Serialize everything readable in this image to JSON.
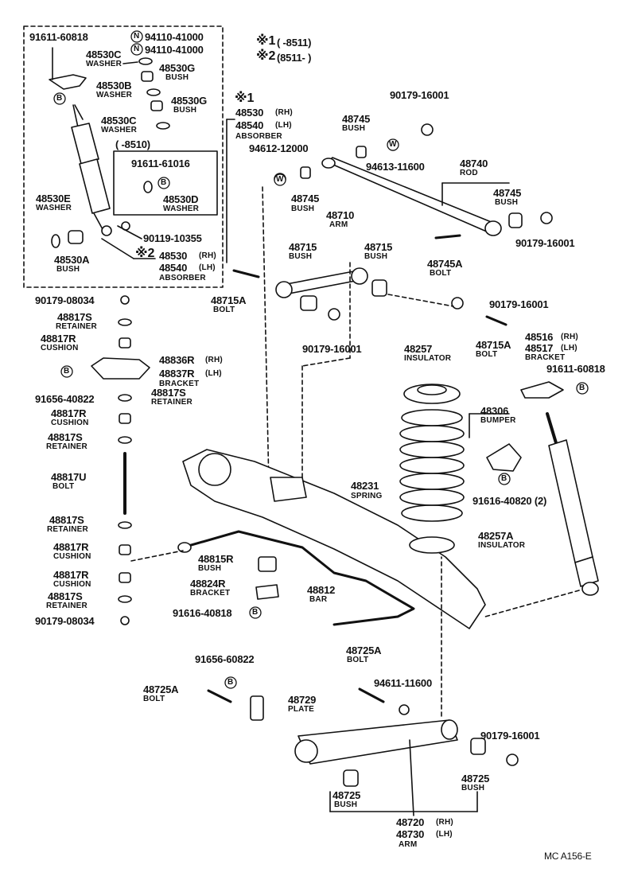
{
  "legend": {
    "row1": {
      "mark": "※1",
      "range": "(      -8511)"
    },
    "row2": {
      "mark": "※2",
      "range": "(8511-        )"
    }
  },
  "inset": {
    "range": "(      -8510)",
    "part": "91611-61016",
    "washer_part": "48530D",
    "washer_name": "WASHER"
  },
  "parts": {
    "p91611_60818_a": "91611-60818",
    "p94110_1": "94110-41000",
    "p94110_2": "94110-41000",
    "p48530C_1": "48530C",
    "n48530C_1": "WASHER",
    "p48530G_1": "48530G",
    "n48530G_1": "BUSH",
    "p48530B": "48530B",
    "n48530B": "WASHER",
    "p48530G_2": "48530G",
    "n48530G_2": "BUSH",
    "p48530C_2": "48530C",
    "n48530C_2": "WASHER",
    "mark1": "※1",
    "p48530_rh_1": "48530",
    "s48530_rh_1": "(RH)",
    "p48540_lh_1": "48540",
    "s48540_lh_1": "(LH)",
    "n_absorber_1": "ABSORBER",
    "p48530E": "48530E",
    "n48530E": "WASHER",
    "p48530A": "48530A",
    "n48530A": "BUSH",
    "p90119": "90119-10355",
    "mark2": "※2",
    "p48530_rh_2": "48530",
    "s48530_rh_2": "(RH)",
    "p48540_lh_2": "48540",
    "s48540_lh_2": "(LH)",
    "n_absorber_2": "ABSORBER",
    "p90179_16001_a": "90179-16001",
    "p48745_a": "48745",
    "n48745_a": "BUSH",
    "p94613": "94613-11600",
    "p48740": "48740",
    "n48740": "ROD",
    "p94612": "94612-12000",
    "p48745_b": "48745",
    "n48745_b": "BUSH",
    "p48745_c": "48745",
    "n48745_c": "BUSH",
    "p90179_16001_b": "90179-16001",
    "p48710": "48710",
    "n48710": "ARM",
    "p48715_l": "48715",
    "n48715_l": "BUSH",
    "p48715_r": "48715",
    "n48715_r": "BUSH",
    "p48745A": "48745A",
    "n48745A": "BOLT",
    "p48715A_l": "48715A",
    "n48715A_l": "BOLT",
    "p90179_16001_c": "90179-16001",
    "p90179_08034_a": "90179-08034",
    "p48817S_1": "48817S",
    "n48817S_1": "RETAINER",
    "p48817R_1": "48817R",
    "n48817R_1": "CUSHION",
    "p90179_16001_d": "90179-16001",
    "p48715A_r": "48715A",
    "n48715A_r": "BOLT",
    "p48257": "48257",
    "n48257": "INSULATOR",
    "p48516": "48516",
    "s48516": "(RH)",
    "p48517": "48517",
    "s48517": "(LH)",
    "n_bracket_r": "BRACKET",
    "p91611_60818_b": "91611-60818",
    "p48836R": "48836R",
    "s48836R": "(RH)",
    "p48837R": "48837R",
    "s48837R": "(LH)",
    "n_bracket_l": "BRACKET",
    "p91656_40822_a": "91656-40822",
    "p48817S_2": "48817S",
    "n48817S_2": "RETAINER",
    "p48817R_2": "48817R",
    "n48817R_2": "CUSHION",
    "p48817S_3": "48817S",
    "n48817S_3": "RETAINER",
    "p48306": "48306",
    "n48306": "BUMPER",
    "p48817U": "48817U",
    "n48817U": "BOLT",
    "p48231": "48231",
    "n48231": "SPRING",
    "p91616_40820": "91616-40820 (2)",
    "p48817S_4": "48817S",
    "n48817S_4": "RETAINER",
    "p48257A": "48257A",
    "n48257A": "INSULATOR",
    "p48817R_3": "48817R",
    "n48817R_3": "CUSHION",
    "p48815R": "48815R",
    "n48815R": "BUSH",
    "p48817R_4": "48817R",
    "n48817R_4": "CUSHION",
    "p48824R": "48824R",
    "n48824R": "BRACKET",
    "p48812": "48812",
    "n48812": "BAR",
    "p48817S_5": "48817S",
    "n48817S_5": "RETAINER",
    "p91616_40818": "91616-40818",
    "p90179_08034_b": "90179-08034",
    "p91656_60822": "91656-60822",
    "p48725A_l": "48725A",
    "n48725A_l": "BOLT",
    "p48725A_t": "48725A",
    "n48725A_t": "BOLT",
    "p94611": "94611-11600",
    "p48729": "48729",
    "n48729": "PLATE",
    "p90179_16001_e": "90179-16001",
    "p48725_r": "48725",
    "n48725_r": "BUSH",
    "p48725_l": "48725",
    "n48725_l": "BUSH",
    "p48720": "48720",
    "s48720": "(RH)",
    "p48730": "48730",
    "s48730": "(LH)",
    "n48720": "ARM"
  },
  "marks": {
    "n": "N",
    "b": "B",
    "w": "W"
  },
  "footer": {
    "code": "MC  A156-E"
  }
}
